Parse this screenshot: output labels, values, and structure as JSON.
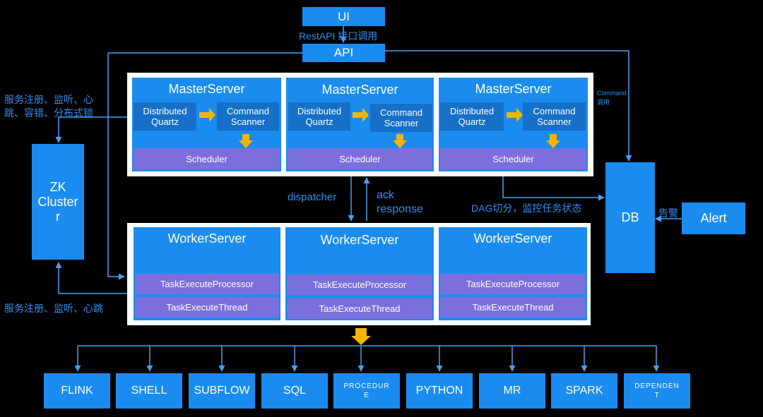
{
  "top": {
    "ui": "UI",
    "api": "API",
    "rest_label": "RestAPI 接口调用"
  },
  "zk": {
    "line1": "ZK",
    "line2": "Cluster",
    "line3": "r"
  },
  "db": "DB",
  "alert": "Alert",
  "labels": {
    "zk_register_master_1": "服务注册、监听、心",
    "zk_register_master_2": "跳、容错、分布式锁",
    "zk_register_worker": "服务注册、监听、心跳",
    "command_call_1": "Command",
    "command_call_2": "调用",
    "dispatcher": "dispatcher",
    "ack_1": "ack",
    "ack_2": "response",
    "dag": "DAG切分，监控任务状态",
    "alarm": "告警"
  },
  "master_servers": [
    {
      "title": "MasterServer",
      "quartz": "Distributed\nQuartz",
      "scanner": "Command\nScanner",
      "scheduler": "Scheduler"
    },
    {
      "title": "MasterServer",
      "quartz": "Distributed\nQuartz",
      "scanner": "Command\nScanner",
      "scheduler": "Scheduler"
    },
    {
      "title": "MasterServer",
      "quartz": "Distributed\nQuartz",
      "scanner": "Command\nScanner",
      "scheduler": "Scheduler"
    }
  ],
  "worker_servers": [
    {
      "title": "WorkerServer",
      "processor": "TaskExecuteProcessor",
      "thread": "TaskExecuteThread"
    },
    {
      "title": "WorkerServer",
      "processor": "TaskExecuteProcessor",
      "thread": "TaskExecuteThread"
    },
    {
      "title": "WorkerServer",
      "processor": "TaskExecuteProcessor",
      "thread": "TaskExecuteThread"
    }
  ],
  "task_types": [
    "FLINK",
    "SHELL",
    "SUBFLOW",
    "SQL",
    "PROCEDUR\nE",
    "PYTHON",
    "MR",
    "SPARK",
    "DEPENDEN\nT"
  ],
  "colors": {
    "box": "#1a8cf0",
    "sub": "#1670c8",
    "purple": "#7a6fdc",
    "arrow_yellow": "#f5b400",
    "line": "#2f8ff0"
  }
}
